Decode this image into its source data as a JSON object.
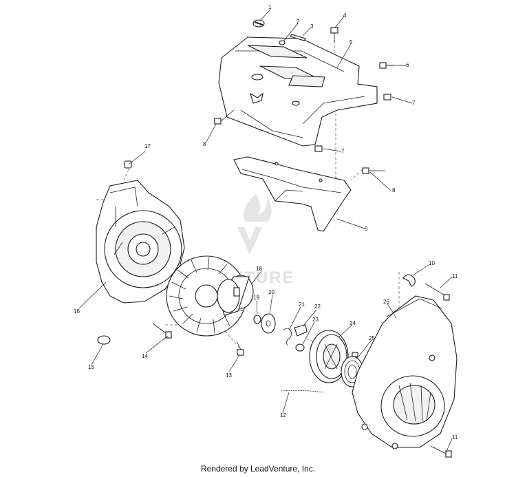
{
  "callouts": [
    "1",
    "2",
    "3",
    "4",
    "5",
    "6",
    "7",
    "7",
    "8",
    "8",
    "9",
    "10",
    "11",
    "11",
    "12",
    "13",
    "14",
    "15",
    "16",
    "17",
    "18",
    "19",
    "20",
    "21",
    "22",
    "23",
    "24",
    "25",
    "26"
  ],
  "watermark": {
    "text": "VENTURE",
    "color": "#dedede"
  },
  "footer": {
    "text": "Rendered by LeadVenture, Inc."
  },
  "colors": {
    "line": "#1a1a1a",
    "background": "#ffffff"
  }
}
